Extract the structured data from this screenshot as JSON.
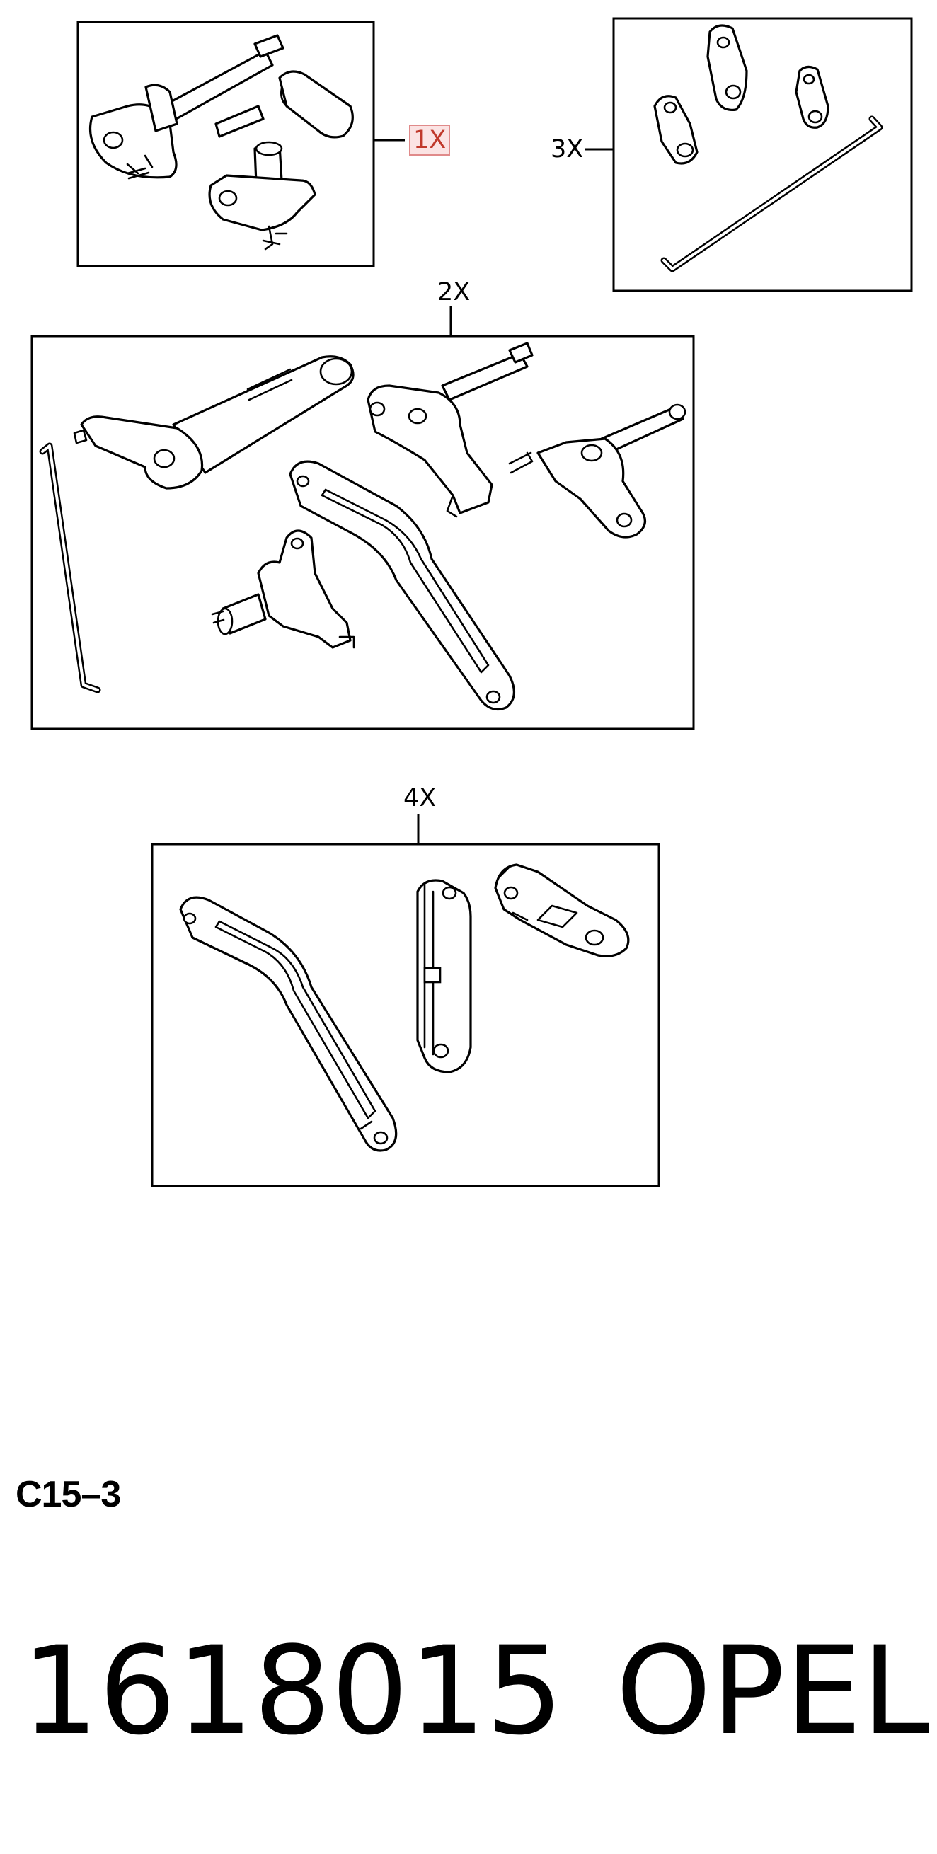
{
  "groups": [
    {
      "qty": "1X",
      "highlighted": true
    },
    {
      "qty": "3X"
    },
    {
      "qty": "2X"
    },
    {
      "qty": "4X"
    }
  ],
  "diagram_code": "C15–3",
  "part_number": "1618015",
  "brand": "OPEL",
  "colors": {
    "highlight_fill": "#fbe3e3",
    "highlight_border": "#e08a8a",
    "highlight_text": "#c0392b"
  }
}
